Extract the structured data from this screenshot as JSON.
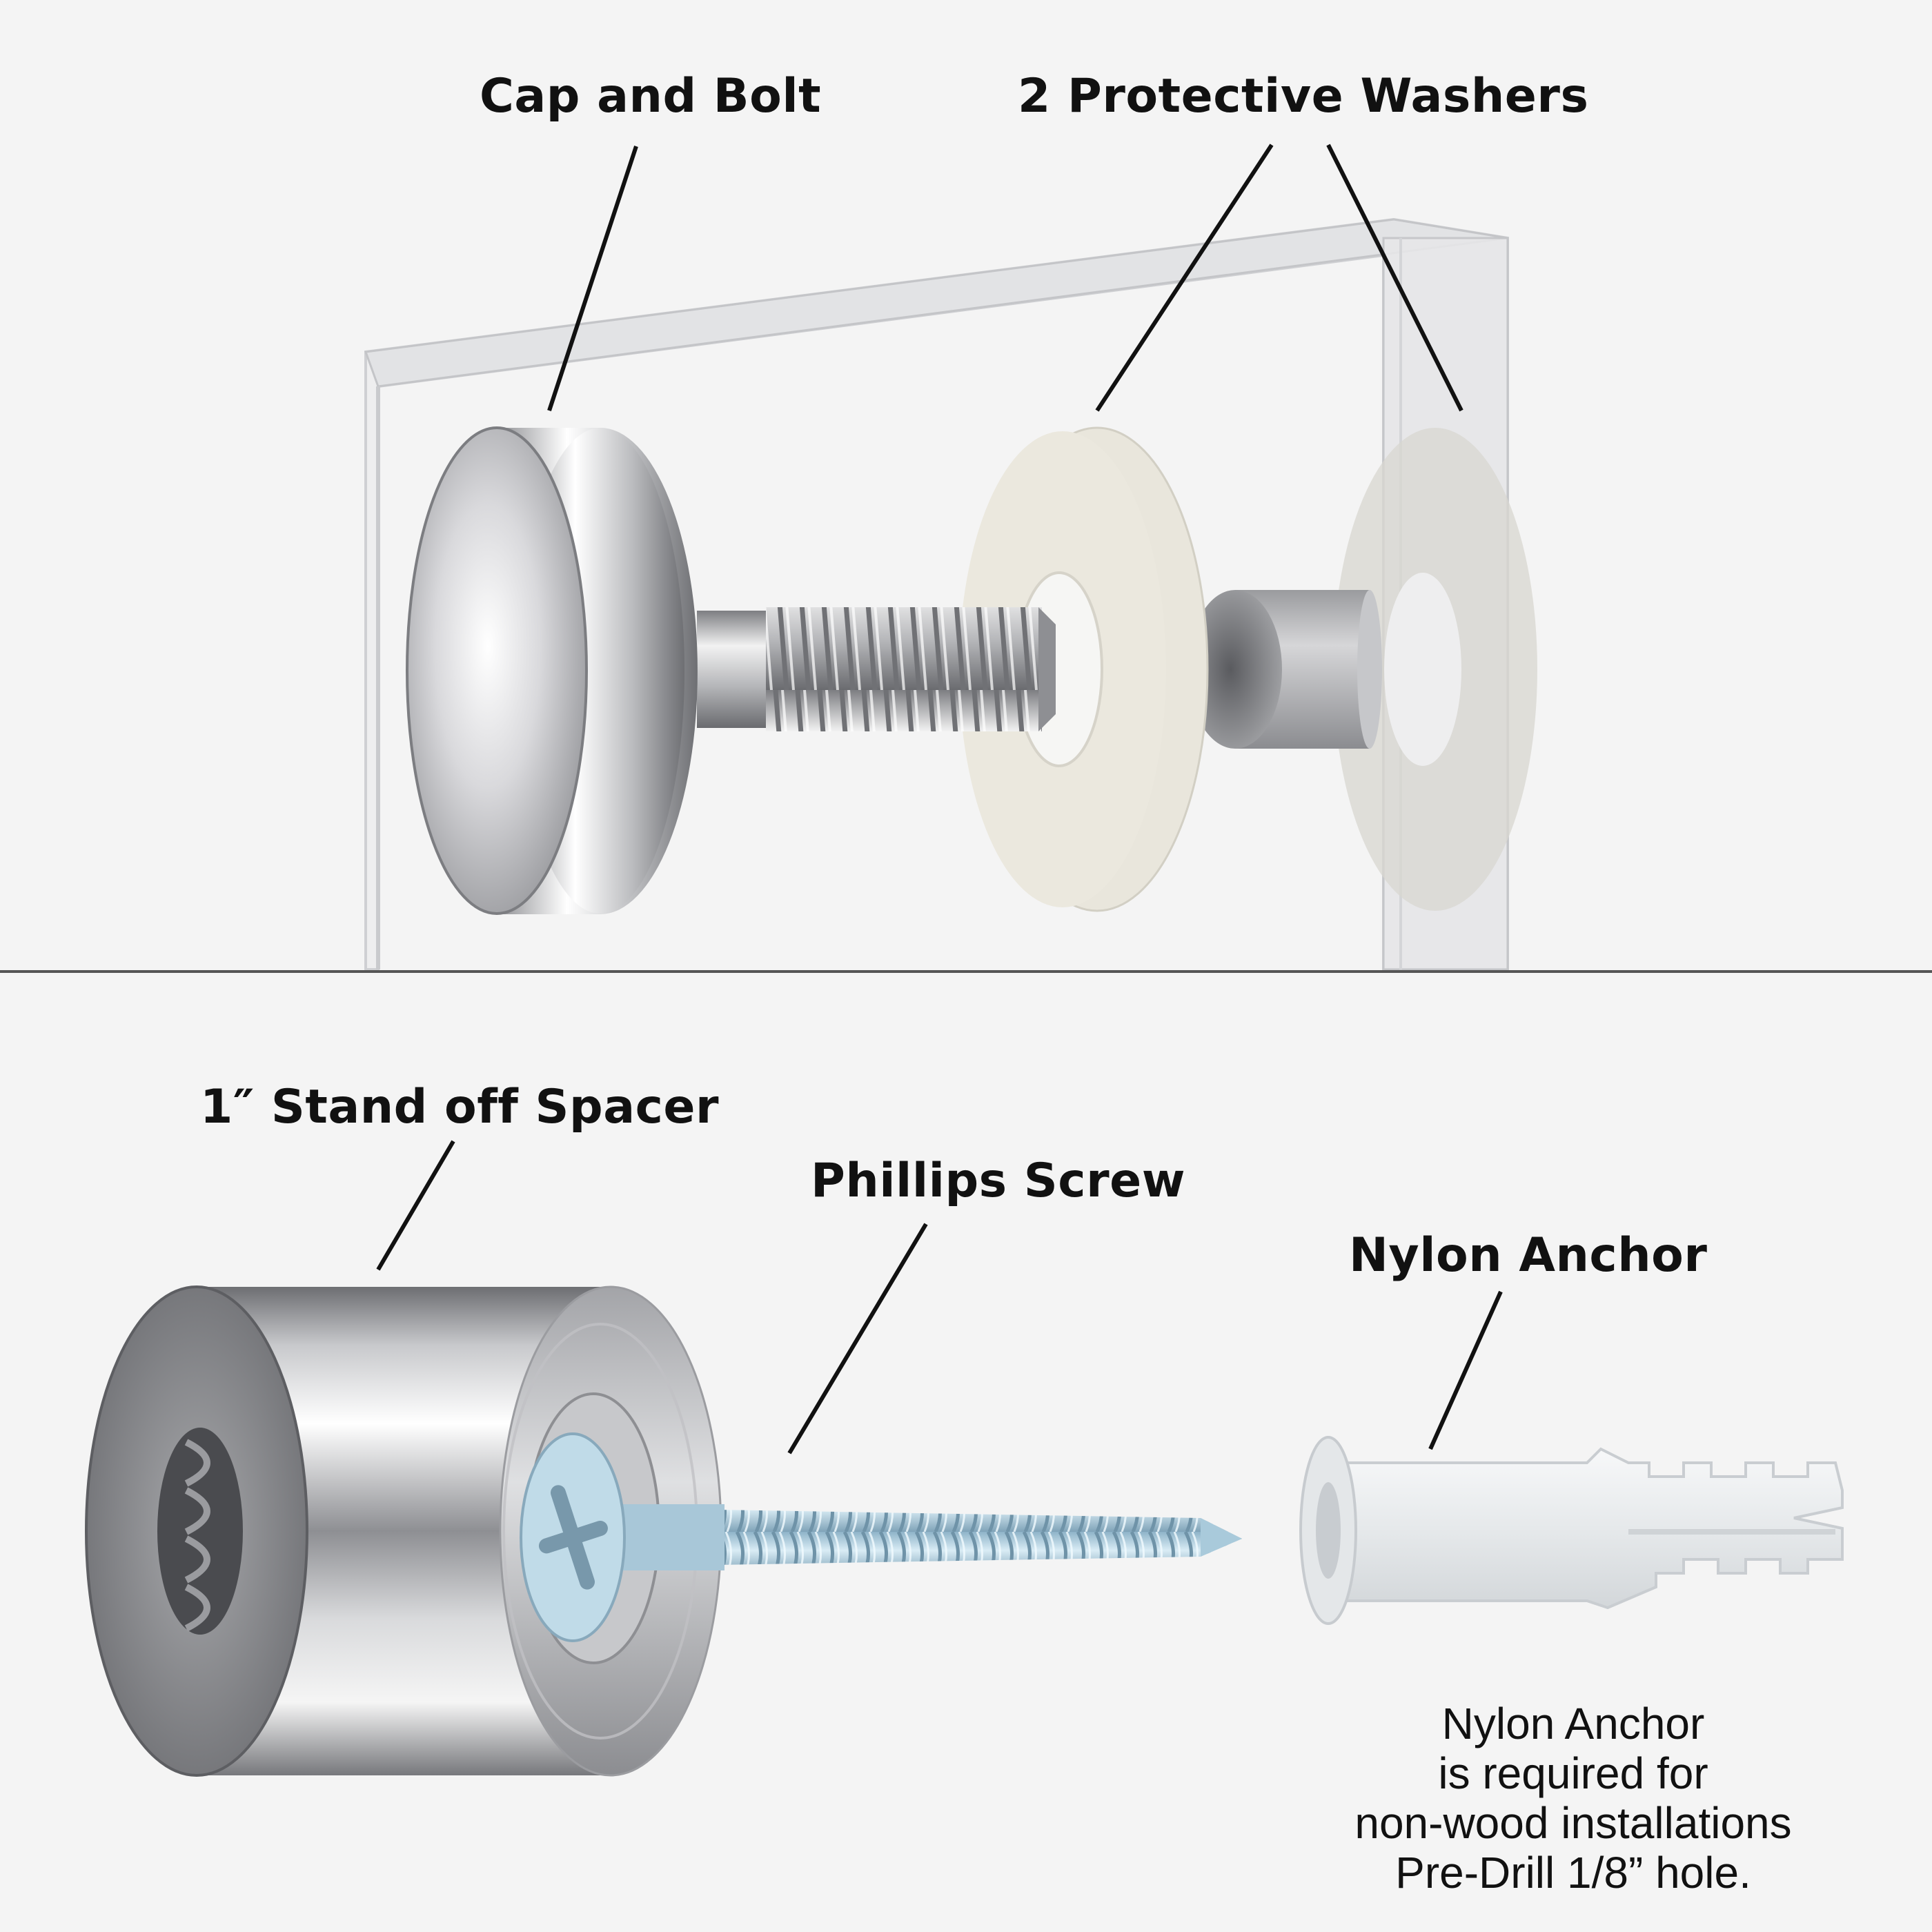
{
  "labels": {
    "cap_and_bolt": "Cap and Bolt",
    "protective_washers": "2 Protective Washers",
    "standoff_spacer": "1″ Stand off Spacer",
    "phillips_screw": "Phillips Screw",
    "nylon_anchor": "Nylon Anchor"
  },
  "note": {
    "lines": [
      "Nylon Anchor",
      "is required for",
      "non-wood installations",
      "Pre-Drill 1/8” hole."
    ]
  },
  "colors": {
    "background": "#f4f4f4",
    "divider": "#555555",
    "washer": "#ebe8df",
    "anchor": "#eceff1",
    "screw": "#b7d3e2"
  }
}
